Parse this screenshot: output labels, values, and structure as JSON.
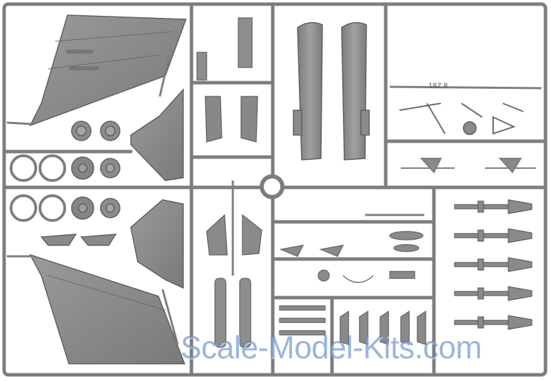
{
  "photo": {
    "subject": "plastic-model-kit-sprue",
    "background_color": "#ffffff",
    "plastic_color": "#8a8a8a",
    "plastic_dark": "#6e6e6e",
    "plastic_light": "#a9a9a9"
  },
  "sprue_marking": "18Z 8",
  "watermark": {
    "text": "Scale-Model-Kits.com",
    "color": "#4a78c8"
  }
}
